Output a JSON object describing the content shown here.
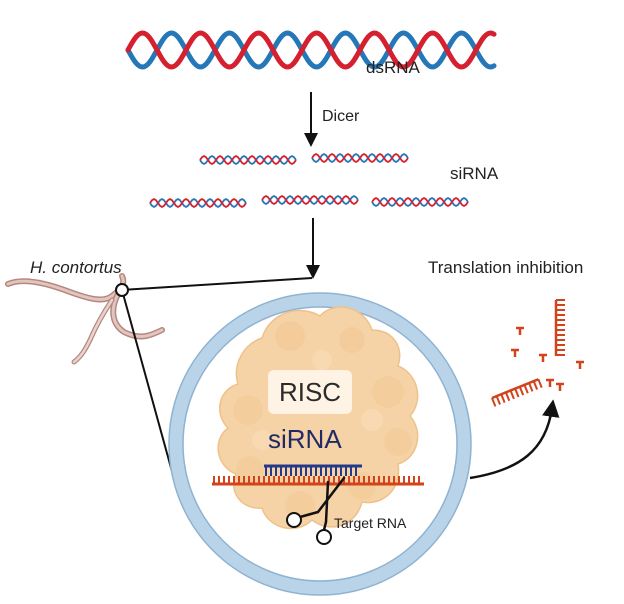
{
  "labels": {
    "dsrna": "dsRNA",
    "dicer": "Dicer",
    "sirna_fragments": "siRNA",
    "species": "H. contortus",
    "translation_inhibition": "Translation inhibition",
    "risc": "RISC",
    "sirna_bound": "siRNA",
    "target_rna": "Target RNA"
  },
  "colors": {
    "strand_red": "#d4202f",
    "strand_blue": "#2577b8",
    "risc_fill": "#f6d3a6",
    "cell_ring": "#b9d4e9",
    "target_rna": "#d2421b",
    "sirna_bound": "#233a8b",
    "worm": "#c7a09a"
  }
}
